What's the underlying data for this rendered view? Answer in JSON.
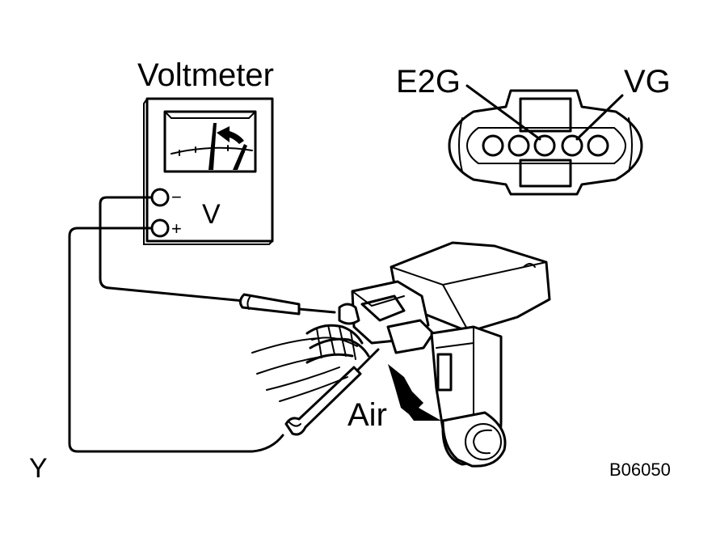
{
  "labels": {
    "voltmeter": "Voltmeter",
    "meter_symbol": "V",
    "minus_terminal": "−",
    "plus_terminal": "+",
    "e2g": "E2G",
    "vg": "VG",
    "air": "Air",
    "y": "Y",
    "figure_code": "B06050"
  }
}
